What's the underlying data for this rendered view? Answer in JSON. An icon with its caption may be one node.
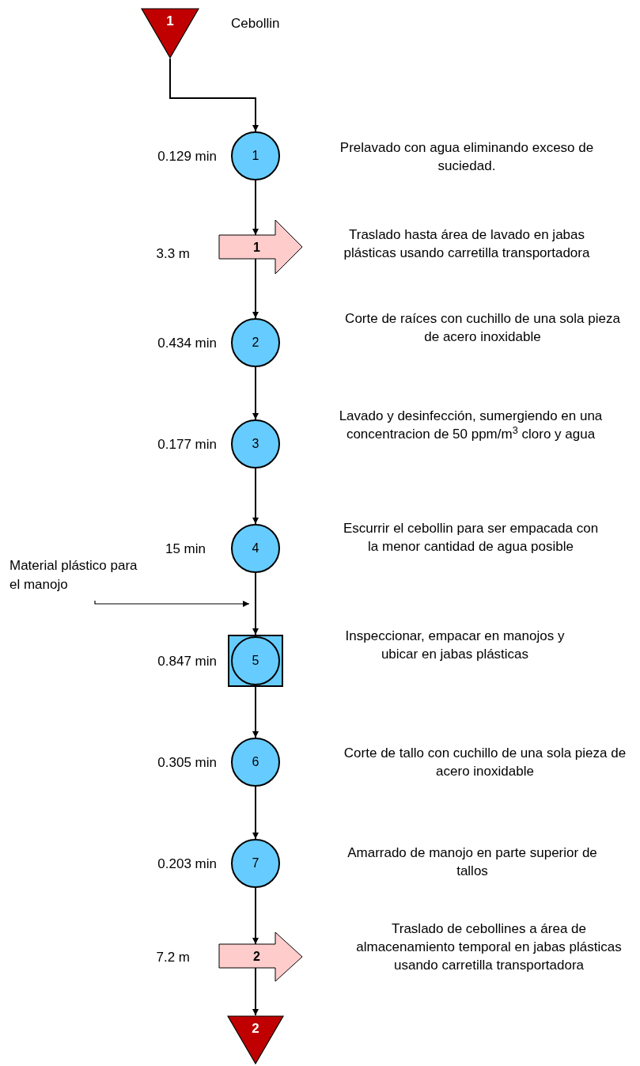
{
  "diagram": {
    "nodes": [
      {
        "text": [
          "1"
        ],
        "beside": [
          "Cebollin"
        ]
      },
      {
        "text": [
          "1"
        ],
        "beside": [
          "0.129 min"
        ]
      },
      {
        "text": [
          "1"
        ],
        "beside": [
          "3.3 m"
        ]
      },
      {
        "text": [
          "2"
        ],
        "beside": [
          "0.434 min"
        ]
      },
      {
        "text": [
          "3"
        ],
        "beside": [
          "0.177 min"
        ]
      },
      {
        "text": [
          "4"
        ],
        "beside": [
          "15 min"
        ]
      },
      {
        "text": [
          "Material plástico para el manojo"
        ]
      },
      {
        "text": [
          "5"
        ],
        "beside": [
          "0.847 min"
        ]
      },
      {
        "text": [
          "6"
        ],
        "beside": [
          "0.305 min"
        ]
      },
      {
        "text": [
          "7"
        ],
        "beside": [
          "0.203 min"
        ]
      },
      {
        "text": [
          "2"
        ],
        "beside": [
          "7.2 m"
        ]
      },
      {
        "text": [
          "2"
        ]
      }
    ],
    "edges": [
      {
        "from": 0,
        "to": 1,
        "arrow": "to"
      },
      {
        "from": 1,
        "to": 2,
        "arrow": "to"
      },
      {
        "from": 2,
        "to": 3,
        "arrow": "to"
      },
      {
        "from": 3,
        "to": 4,
        "arrow": "to"
      },
      {
        "from": 4,
        "to": 5,
        "arrow": "to"
      },
      {
        "from": 5,
        "to": 7,
        "arrow": "to"
      },
      {
        "from": 7,
        "to": 8,
        "arrow": "to"
      },
      {
        "from": 8,
        "to": 9,
        "arrow": "to"
      },
      {
        "from": 9,
        "to": 10,
        "arrow": "to"
      },
      {
        "from": 10,
        "to": 11,
        "arrow": "to"
      },
      {
        "from": 6,
        "to": null,
        "arrow": "to"
      }
    ],
    "labels": [
      "Prelavado con agua eliminando exceso de suciedad.",
      "Traslado hasta área de lavado en jabas plásticas usando carretilla transportadora",
      "Corte de raíces con cuchillo de una sola pieza de acero inoxidable",
      "Lavado y desinfección, sumergiendo en una concentracion de 50 ppm/m$^{3}$ cloro y agua",
      "Escurrir el cebollin para ser empacada con la menor cantidad de agua posible",
      "Inspeccionar, empacar en manojos y ubicar en jabas plásticas",
      "Corte de tallo con cuchillo de una sola pieza de acero inoxidable",
      "Amarrado de manojo en parte superior de tallos",
      "Traslado de cebollines a área de almacenamiento temporal en jabas plásticas usando carretilla transportadora"
    ]
  }
}
